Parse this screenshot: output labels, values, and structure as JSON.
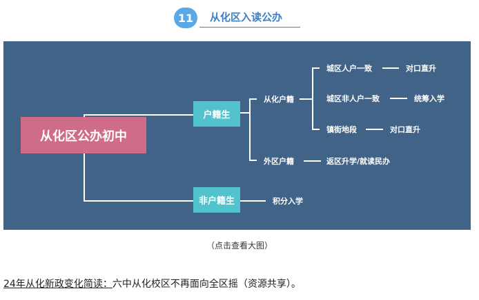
{
  "header": {
    "badge": "11",
    "title": "从化区入读公办"
  },
  "diagram": {
    "root": "从化区公办初中",
    "branch_hukou": "户籍生",
    "branch_nonhukou": "非户籍生",
    "conghua_hukou": "从化户籍",
    "other_hukou": "外区户籍",
    "items": [
      {
        "label": "城区人户一致",
        "result": "对口直升"
      },
      {
        "label": "城区非人户一致",
        "result": "统筹入学"
      },
      {
        "label": "镇街地段",
        "result": "对口直升"
      }
    ],
    "other_result": "返区升学/就读民办",
    "nonhukou_result": "积分入学",
    "colors": {
      "bg": "#416388",
      "root": "#cf6d88",
      "branch": "#52c3cc"
    }
  },
  "caption": "（点击查看大图）",
  "note": {
    "underlined": "24年从化新政变化简读：",
    "text": "六中从化校区不再面向全区摇（资源共享）。"
  }
}
